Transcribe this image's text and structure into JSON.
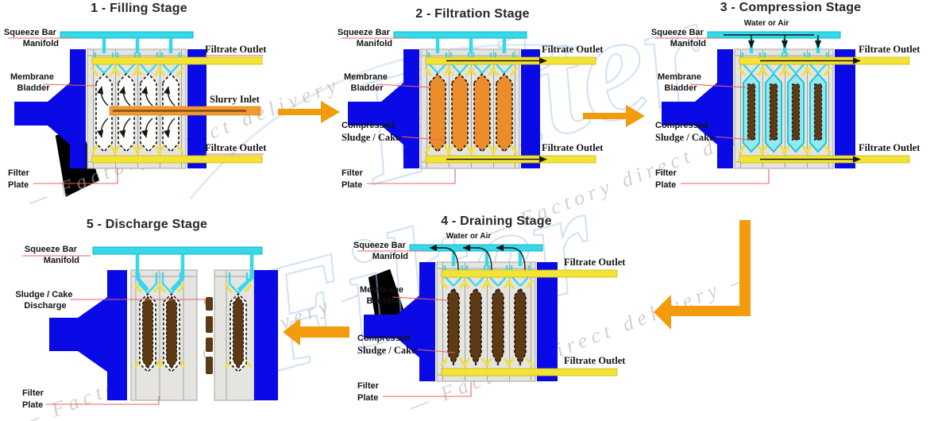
{
  "palette": {
    "frame_blue": "#0A0AE6",
    "manifold_cyan": "#35D9EA",
    "bladder_cyan": "#8FEAF4",
    "filtrate_yellow": "#F2E335",
    "wedge_yellow": "#EFE04A",
    "slurry_orange": "#F09A2F",
    "slurry_core": "#8A4A10",
    "filtration_orange": "#EC8D2B",
    "cake_brown": "#5D3A14",
    "plate_gray": "#E5E4E0",
    "plate_border": "#A3A39E",
    "leader_red": "#E86060",
    "arrow_orange": "#F39B0C",
    "title_ink": "#262626",
    "label_ink": "#141414",
    "watermark_blue": "#A9C9EA",
    "tagline_gray": "#B3B1AD"
  },
  "watermark": {
    "brand": "Filter",
    "tagline": "— Factory direct delivery —"
  },
  "stages": [
    {
      "title": "1 - Filling Stage",
      "labels": {
        "squeeze_bar": [
          "Squeeze Bar",
          "Manifold"
        ],
        "membrane": [
          "Membrane",
          "Bladder"
        ],
        "filter_plate": [
          "Filter",
          "Plate"
        ],
        "filtrate_outlet_top": "Filtrate Outlet",
        "slurry_inlet": "Slurry Inlet",
        "filtrate_outlet_bottom": "Filtrate Outlet"
      }
    },
    {
      "title": "2 - Filtration Stage",
      "labels": {
        "squeeze_bar": [
          "Squeeze Bar",
          "Manifold"
        ],
        "membrane": [
          "Membrane",
          "Bladder"
        ],
        "compressed": [
          "Compressed",
          "Sludge / Cake"
        ],
        "filter_plate": [
          "Filter",
          "Plate"
        ],
        "filtrate_outlet_top": "Filtrate Outlet",
        "filtrate_outlet_bottom": "Filtrate Outlet"
      }
    },
    {
      "title": "3 - Compression Stage",
      "labels": {
        "squeeze_bar": [
          "Squeeze Bar",
          "Manifold"
        ],
        "water_or_air": "Water or Air",
        "membrane": [
          "Membrane",
          "Bladder"
        ],
        "compressed": [
          "Compressed",
          "Sludge / Cake"
        ],
        "filter_plate": [
          "Filter",
          "Plate"
        ],
        "filtrate_outlet_top": "Filtrate Outlet",
        "filtrate_outlet_bottom": "Filtrate Outlet"
      }
    },
    {
      "title": "4 - Draining Stage",
      "labels": {
        "squeeze_bar": [
          "Squeeze Bar",
          "Manifold"
        ],
        "water_or_air": "Water or Air",
        "membrane": [
          "Membrane",
          "Bladder"
        ],
        "compressed": [
          "Compressed",
          "Sludge / Cake"
        ],
        "filter_plate": [
          "Filter",
          "Plate"
        ],
        "filtrate_outlet_top": "Filtrate Outlet",
        "filtrate_outlet_bottom": "Filtrate Outlet"
      }
    },
    {
      "title": "5 - Discharge Stage",
      "labels": {
        "squeeze_bar": [
          "Squeeze Bar",
          "Manifold"
        ],
        "discharge": [
          "Sludge / Cake",
          "Discharge"
        ],
        "filter_plate": [
          "Filter",
          "Plate"
        ]
      }
    }
  ]
}
